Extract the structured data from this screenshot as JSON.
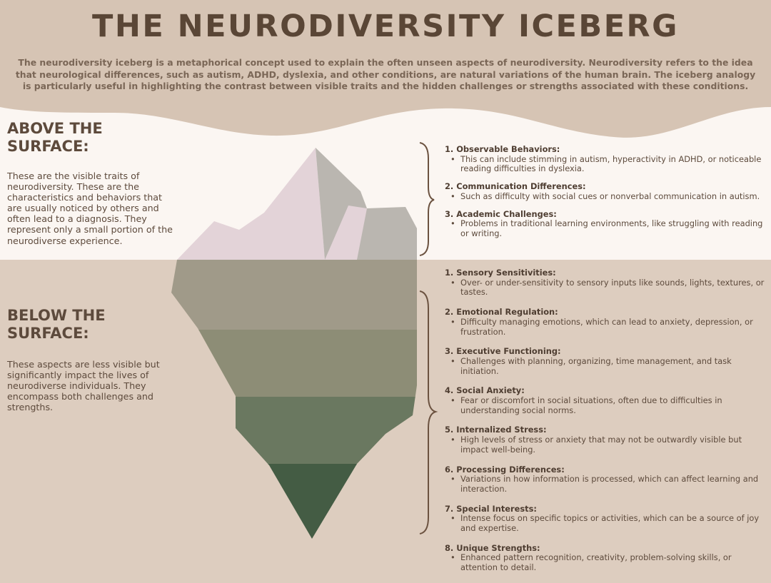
{
  "title": "THE NEURODIVERSITY ICEBERG",
  "intro": "The neurodiversity iceberg is a metaphorical concept used to explain the often unseen aspects of neurodiversity. Neurodiversity refers to the idea that neurological differences, such as autism, ADHD, dyslexia, and other conditions, are natural variations of the human brain. The iceberg analogy is particularly useful in highlighting the contrast between visible traits and the hidden challenges or strengths associated with these conditions.",
  "above": {
    "heading_line1": "ABOVE THE",
    "heading_line2": "SURFACE:",
    "text": "These are the visible traits of neurodiversity. These are the characteristics and behaviors that are usually noticed by others and often lead to a diagnosis. They represent only a small portion of the neurodiverse experience.",
    "items": [
      {
        "title": "1. Observable Behaviors:",
        "desc": "This can include stimming in autism, hyperactivity in ADHD, or noticeable reading difficulties in dyslexia."
      },
      {
        "title": "2. Communication Differences:",
        "desc": "Such as difficulty with social cues or nonverbal communication in autism."
      },
      {
        "title": "3. Academic Challenges:",
        "desc": "Problems in traditional learning environments, like struggling with reading or writing."
      }
    ]
  },
  "below": {
    "heading_line1": "BELOW THE",
    "heading_line2": "SURFACE:",
    "text": "These aspects are less visible but significantly impact the lives of neurodiverse individuals. They encompass both challenges and strengths.",
    "items": [
      {
        "title": "1. Sensory Sensitivities:",
        "desc": "Over- or under-sensitivity to sensory inputs like sounds, lights, textures, or tastes."
      },
      {
        "title": "2. Emotional Regulation:",
        "desc": "Difficulty managing emotions, which can lead to anxiety, depression, or frustration."
      },
      {
        "title": "3. Executive Functioning:",
        "desc": "Challenges with planning, organizing, time management, and task initiation."
      },
      {
        "title": "4. Social Anxiety:",
        "desc": "Fear or discomfort in social situations, often due to difficulties in understanding social norms."
      },
      {
        "title": "5. Internalized Stress:",
        "desc": "High levels of stress or anxiety that may not be outwardly visible but impact well-being."
      },
      {
        "title": "6. Processing Differences:",
        "desc": "Variations in how information is processed, which can affect learning and interaction."
      },
      {
        "title": "7. Special Interests:",
        "desc": "Intense focus on specific topics or activities, which can be a source of joy and expertise."
      },
      {
        "title": "8. Unique Strengths:",
        "desc": "Enhanced pattern recognition, creativity, problem-solving skills, or attention to detail."
      }
    ]
  },
  "colors": {
    "header_bg": "#d6c4b4",
    "above_bg": "#fbf6f2",
    "below_bg": "#ddcdbf",
    "title_color": "#5a4636",
    "iceberg_tip_light": "#e3d3d8",
    "iceberg_tip_shadow": "#bab6b0",
    "band_1": "#a09a89",
    "band_2": "#8d8d76",
    "band_3": "#6a7860",
    "band_4": "#445c44",
    "brace_color": "#6b5240"
  }
}
